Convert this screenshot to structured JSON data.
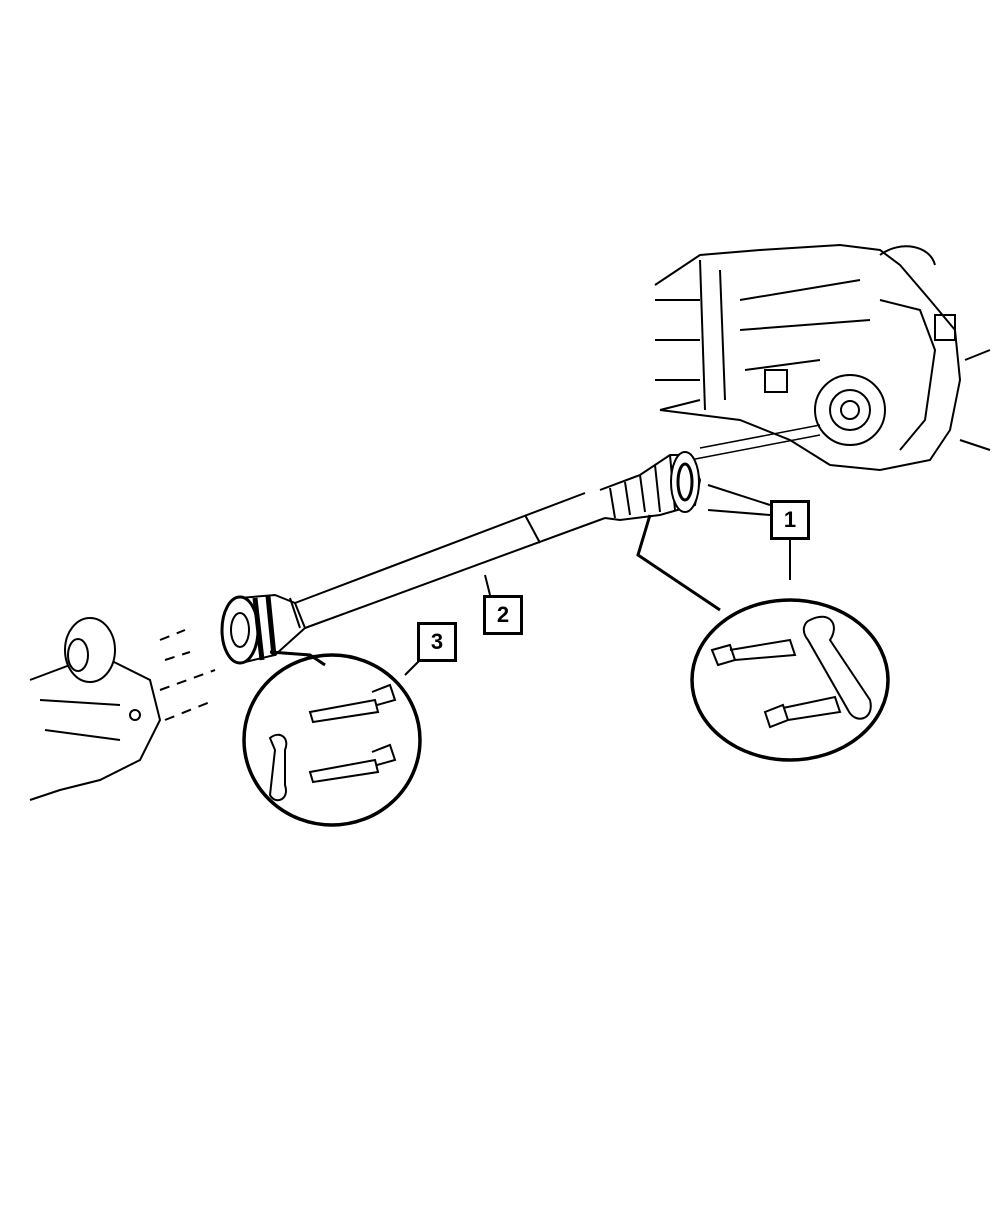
{
  "diagram": {
    "callouts": [
      {
        "label": "1"
      },
      {
        "label": "2"
      },
      {
        "label": "3"
      }
    ],
    "colors": {
      "line": "#000000",
      "background": "#ffffff"
    }
  }
}
